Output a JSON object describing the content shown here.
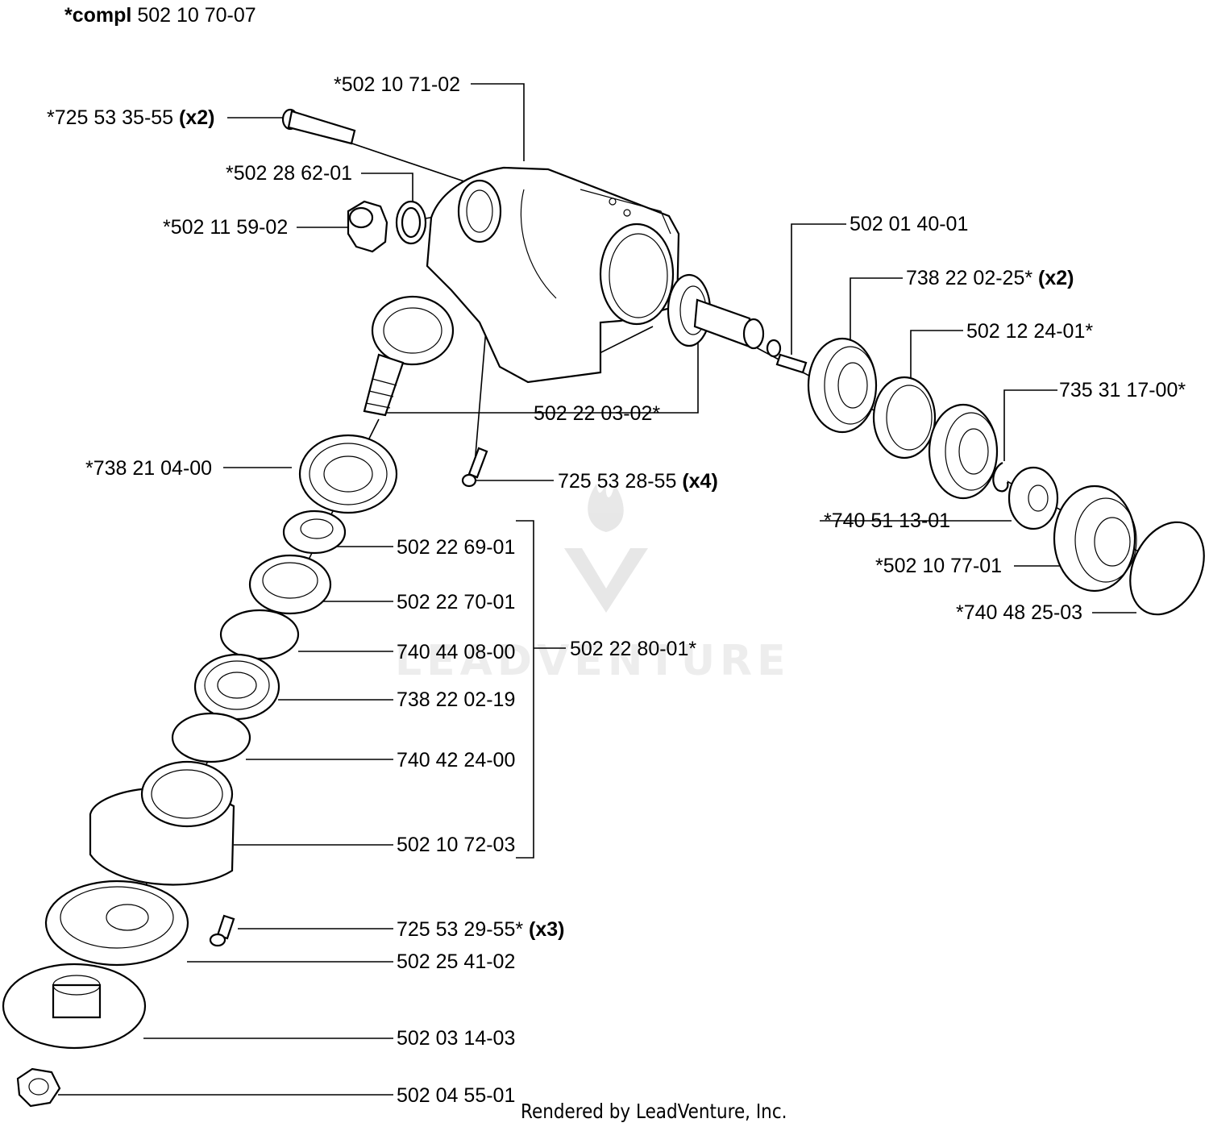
{
  "header": {
    "prefix": "*compl",
    "number": "502 10 70-07"
  },
  "labels": [
    {
      "id": "housing",
      "text": "*502 10 71-02",
      "qty": ""
    },
    {
      "id": "screw-long",
      "text": "*725 53 35-55",
      "qty": "(x2)"
    },
    {
      "id": "washer",
      "text": "*502 28 62-01",
      "qty": ""
    },
    {
      "id": "plug",
      "text": "*502 11 59-02",
      "qty": ""
    },
    {
      "id": "pinion-nut",
      "text": "502 01 40-01",
      "qty": ""
    },
    {
      "id": "bearing-upper-x2",
      "text": "738 22 02-25*",
      "qty": "(x2)"
    },
    {
      "id": "spacer-ring",
      "text": "502 12 24-01*",
      "qty": ""
    },
    {
      "id": "snap-ring",
      "text": "735 31 17-00*",
      "qty": ""
    },
    {
      "id": "gear-set",
      "text": "502 22 03-02*",
      "qty": ""
    },
    {
      "id": "bearing-top",
      "text": "*738 21 04-00",
      "qty": ""
    },
    {
      "id": "screw-x4",
      "text": "725 53 28-55",
      "qty": "(x4)"
    },
    {
      "id": "washer-740",
      "text": "*740 51 13-01",
      "qty": ""
    },
    {
      "id": "bushing-777",
      "text": "*502 10 77-01",
      "qty": ""
    },
    {
      "id": "oring-740",
      "text": "*740 48 25-03",
      "qty": ""
    },
    {
      "id": "spacer-2269",
      "text": "502 22 69-01",
      "qty": ""
    },
    {
      "id": "seal-2270",
      "text": "502 22 70-01",
      "qty": ""
    },
    {
      "id": "ring-74044",
      "text": "740 44 08-00",
      "qty": ""
    },
    {
      "id": "kit-2280",
      "text": "502 22 80-01*",
      "qty": ""
    },
    {
      "id": "bearing-2219",
      "text": "738 22 02-19",
      "qty": ""
    },
    {
      "id": "ring-74042",
      "text": "740 42 24-00",
      "qty": ""
    },
    {
      "id": "cover-1072",
      "text": "502 10 72-03",
      "qty": ""
    },
    {
      "id": "screw-x3",
      "text": "725 53 29-55*",
      "qty": "(x3)"
    },
    {
      "id": "holder-2541",
      "text": "502 25 41-02",
      "qty": ""
    },
    {
      "id": "cup-0314",
      "text": "502 03 14-03",
      "qty": ""
    },
    {
      "id": "nut-0455",
      "text": "502 04 55-01",
      "qty": ""
    }
  ],
  "watermark": "LEADVENTURE",
  "footer": "Rendered by LeadVenture, Inc."
}
